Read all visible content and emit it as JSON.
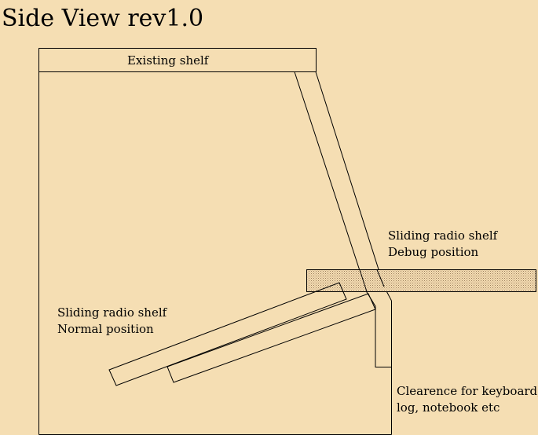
{
  "title": "Side View rev1.0",
  "labels": {
    "existing_shelf": "Existing shelf",
    "debug_line1": "Sliding radio shelf",
    "debug_line2": "Debug position",
    "normal_line1": "Sliding radio shelf",
    "normal_line2": "Normal position",
    "clearance_line1": "Clearence for keyboard,",
    "clearance_line2": "log, notebook etc"
  },
  "colors": {
    "background": "#f5deb3",
    "line": "#000000",
    "stipple": "#c8a98a"
  }
}
